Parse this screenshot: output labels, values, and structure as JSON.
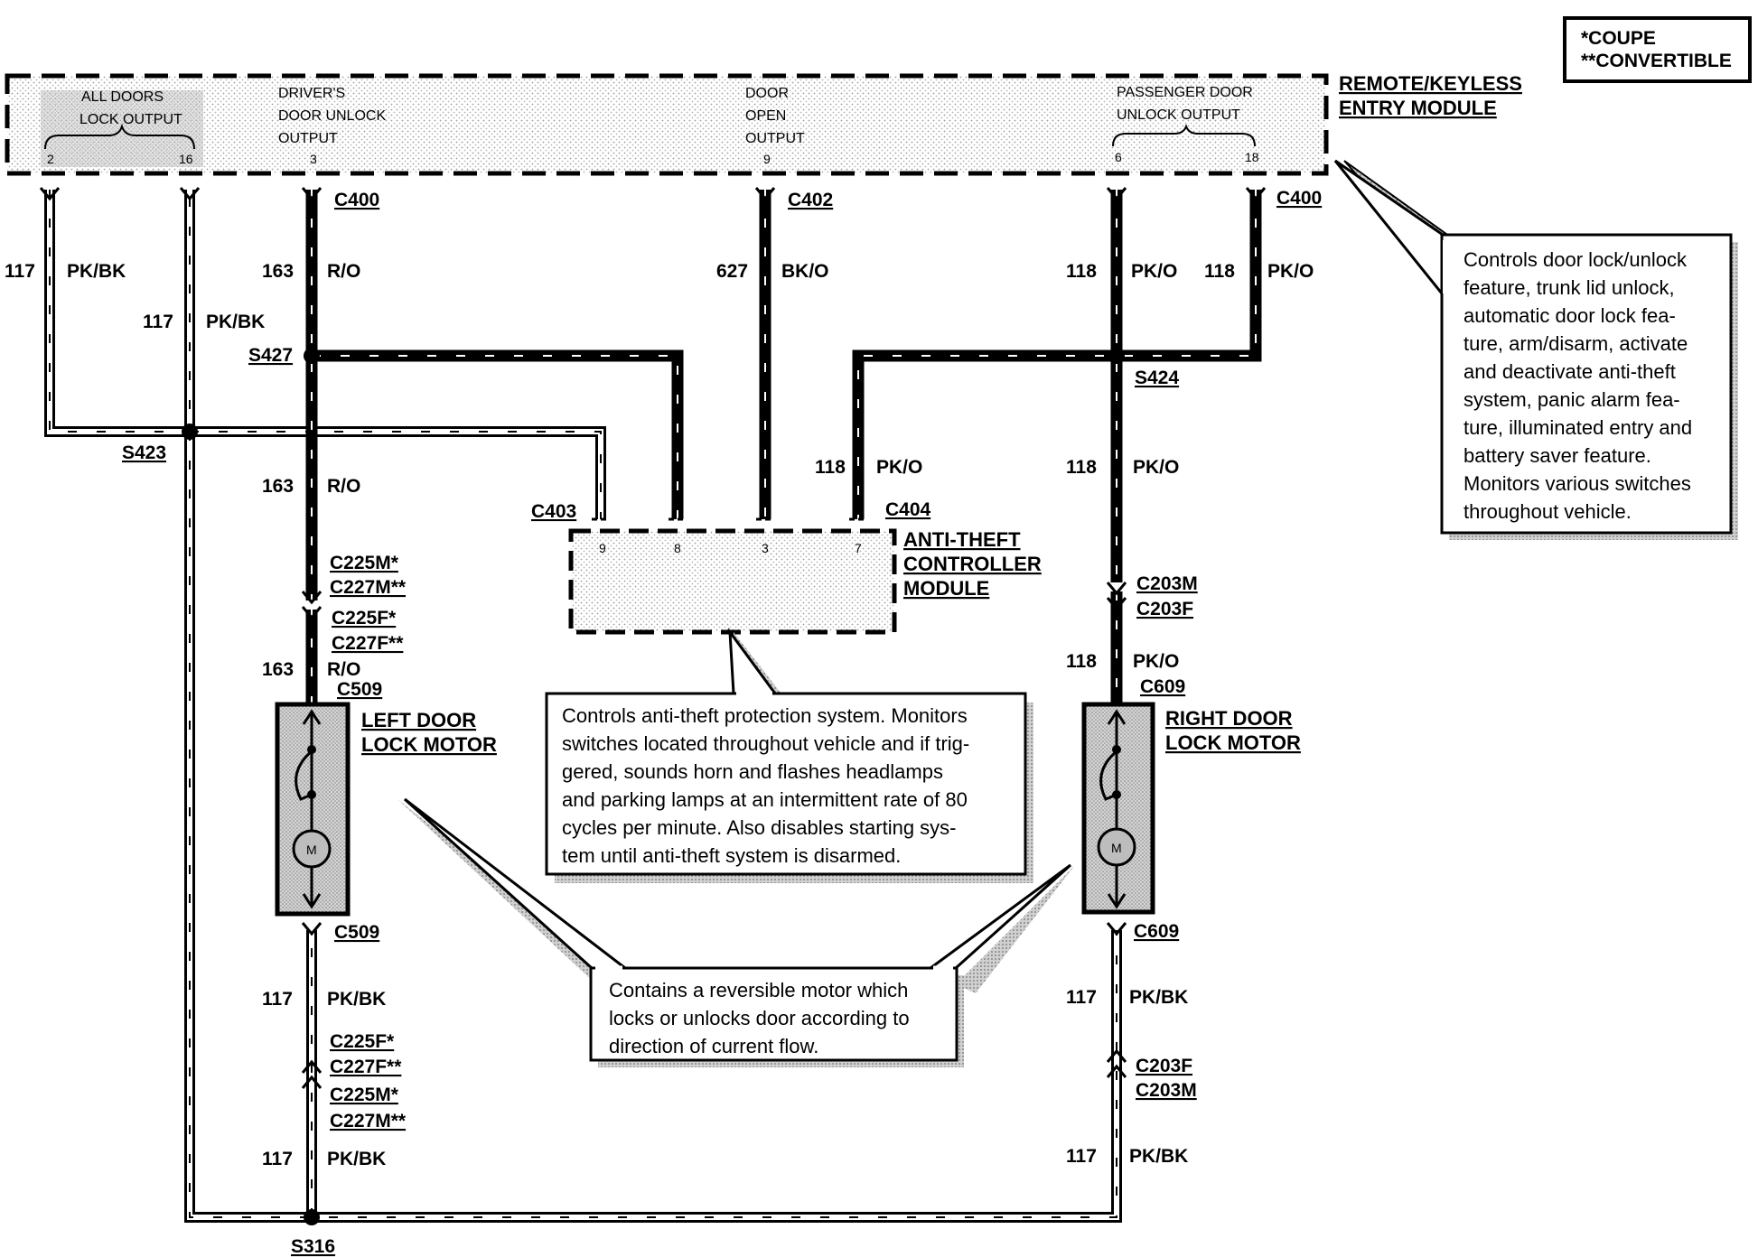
{
  "legend": {
    "line1": "*COUPE",
    "line2": "**CONVERTIBLE"
  },
  "rke_module": {
    "title_line1": "REMOTE/KEYLESS",
    "title_line2": "ENTRY MODULE",
    "outputs": {
      "all_doors": [
        "ALL DOORS",
        "LOCK OUTPUT"
      ],
      "drivers": [
        "DRIVER'S",
        "DOOR UNLOCK",
        "OUTPUT"
      ],
      "door_open": [
        "DOOR",
        "OPEN",
        "OUTPUT"
      ],
      "passenger": [
        "PASSENGER DOOR",
        "UNLOCK OUTPUT"
      ]
    },
    "pins": [
      "2",
      "16",
      "3",
      "9",
      "6",
      "18"
    ]
  },
  "anti_theft_module": {
    "title": [
      "ANTI-THEFT",
      "CONTROLLER",
      "MODULE"
    ],
    "pins": [
      "9",
      "8",
      "3",
      "7"
    ]
  },
  "connectors": {
    "c400_left": "C400",
    "c400_right": "C400",
    "c402": "C402",
    "c403": "C403",
    "c404": "C404",
    "s427": "S427",
    "s423": "S423",
    "s424": "S424",
    "s316": "S316",
    "left_upper_m": [
      "C225M*",
      "C227M**"
    ],
    "left_upper_f": [
      "C225F*",
      "C227F**"
    ],
    "c509_top": "C509",
    "c509_bottom": "C509",
    "left_lower_f": [
      "C225F*",
      "C227F**"
    ],
    "left_lower_m": [
      "C225M*",
      "C227M**"
    ],
    "right_upper": [
      "C203M",
      "C203F"
    ],
    "c609_top": "C609",
    "c609_bottom": "C609",
    "right_lower": [
      "C203F",
      "C203M"
    ]
  },
  "wires": {
    "w117_a": {
      "num": "117",
      "color": "PK/BK"
    },
    "w117_b": {
      "num": "117",
      "color": "PK/BK"
    },
    "w163_a": {
      "num": "163",
      "color": "R/O"
    },
    "w163_b": {
      "num": "163",
      "color": "R/O"
    },
    "w163_c": {
      "num": "163",
      "color": "R/O"
    },
    "w627": {
      "num": "627",
      "color": "BK/O"
    },
    "w118_a": {
      "num": "118",
      "color": "PK/O"
    },
    "w118_b": {
      "num": "118",
      "color": "PK/O"
    },
    "w118_c": {
      "num": "118",
      "color": "PK/O"
    },
    "w118_d": {
      "num": "118",
      "color": "PK/O"
    },
    "w118_e": {
      "num": "118",
      "color": "PK/O"
    },
    "w117_c": {
      "num": "117",
      "color": "PK/BK"
    },
    "w117_d": {
      "num": "117",
      "color": "PK/BK"
    },
    "w117_e": {
      "num": "117",
      "color": "PK/BK"
    },
    "w117_f": {
      "num": "117",
      "color": "PK/BK"
    }
  },
  "motors": {
    "left": [
      "LEFT DOOR",
      "LOCK MOTOR"
    ],
    "right": [
      "RIGHT DOOR",
      "LOCK MOTOR"
    ],
    "symbol": "M"
  },
  "notes": {
    "rke": [
      "Controls door lock/unlock",
      "feature, trunk lid unlock,",
      "automatic door lock fea-",
      "ture, arm/disarm, activate",
      "and deactivate anti-theft",
      "system, panic alarm fea-",
      "ture, illuminated entry and",
      "battery saver feature.",
      "Monitors various switches",
      "throughout vehicle."
    ],
    "anti_theft": [
      "Controls anti-theft protection system. Monitors",
      "switches located throughout vehicle and if trig-",
      "gered, sounds horn and flashes headlamps",
      "and parking lamps at an intermittent rate of 80",
      "cycles per minute.  Also disables starting sys-",
      "tem until anti-theft system is disarmed."
    ],
    "motor": [
      "Contains a reversible motor which",
      "locks or unlocks door according to",
      "direction of current flow."
    ]
  }
}
